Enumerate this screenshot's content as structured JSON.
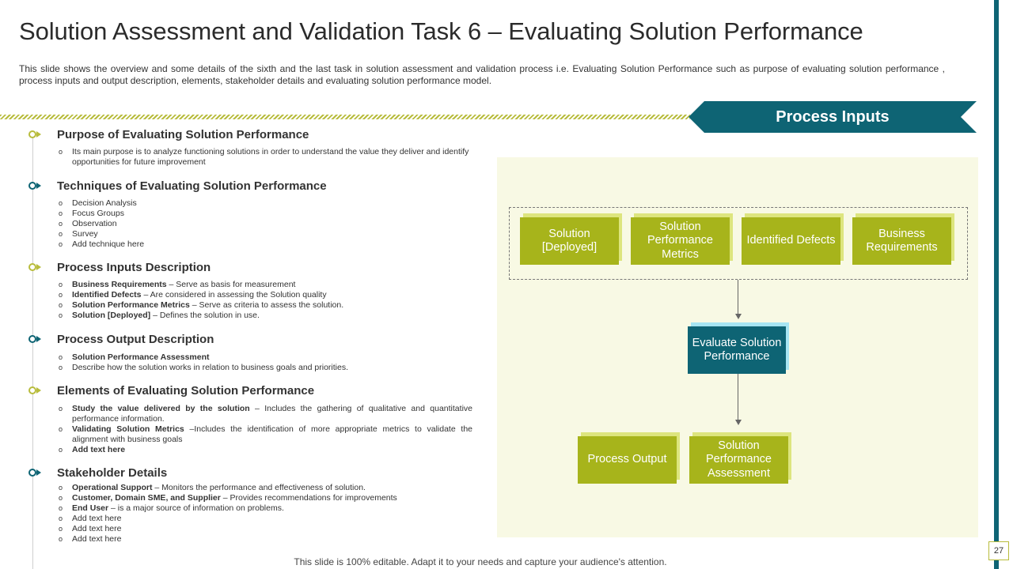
{
  "title": "Solution Assessment and Validation Task 6 – Evaluating Solution Performance",
  "intro": "This slide shows the overview  and some details of the sixth and the last task in solution assessment and validation  process i.e. Evaluating  Solution Performance  such as purpose  of evaluating  solution performance  , process inputs and output description, elements, stakeholder details and evaluating  solution performance  model.",
  "banner": "Process Inputs",
  "sections": [
    {
      "heading": "Purpose of Evaluating Solution Performance",
      "items": [
        {
          "text": "Its main purpose is to analyze functioning solutions in order to understand the value they deliver and identify opportunities for future improvement"
        }
      ]
    },
    {
      "heading": "Techniques of Evaluating Solution Performance",
      "items": [
        {
          "text": "Decision Analysis"
        },
        {
          "text": "Focus Groups"
        },
        {
          "text": "Observation"
        },
        {
          "text": "Survey"
        },
        {
          "text": "Add technique here"
        }
      ]
    },
    {
      "heading": "Process Inputs Description",
      "items": [
        {
          "bold": "Business Requirements",
          "text": " – Serve as basis for measurement"
        },
        {
          "bold": "Identified Defects",
          "text": " – Are considered in assessing the Solution quality"
        },
        {
          "bold": "Solution Performance Metrics",
          "text": " – Serve as criteria to assess the solution."
        },
        {
          "bold": "Solution [Deployed]",
          "text": " – Defines the solution in use."
        }
      ]
    },
    {
      "heading": "Process Output Description",
      "items": [
        {
          "bold": "Solution Performance Assessment"
        },
        {
          "text": "Describe how the solution works in relation to business goals and priorities."
        }
      ]
    },
    {
      "heading": "Elements of Evaluating Solution Performance",
      "items": [
        {
          "bold": "Study the value delivered by the solution",
          "text": " – Includes the gathering of qualitative and quantitative performance information."
        },
        {
          "bold": "Validating Solution Metrics",
          "text": " –Includes the identification of more appropriate metrics to validate the alignment  with business goals"
        },
        {
          "bold": "Add text here"
        }
      ]
    },
    {
      "heading": "Stakeholder Details",
      "items": [
        {
          "bold": "Operational Support",
          "text": " – Monitors the performance and effectiveness of solution."
        },
        {
          "bold": "Customer, Domain SME, and Supplier",
          "text": " – Provides recommendations for improvements"
        },
        {
          "bold": "End User",
          "text": " – is a major source of information on problems."
        },
        {
          "text": "Add text here"
        },
        {
          "text": "Add text here"
        },
        {
          "text": "Add text here"
        }
      ]
    }
  ],
  "diagram": {
    "inputs": [
      "Solution [Deployed]",
      "Solution Performance Metrics",
      "Identified Defects",
      "Business Requirements"
    ],
    "process": "Evaluate Solution Performance",
    "outputs": [
      "Process Output",
      "Solution Performance Assessment"
    ]
  },
  "footer": "This slide is 100% editable. Adapt it to your needs and capture your audience's attention.",
  "page_number": "27",
  "colors": {
    "teal": "#0e6474",
    "green": "#a7b41b",
    "light_green": "#dde57e",
    "light_teal": "#a6e5f2",
    "panel": "#f8f9e4"
  }
}
